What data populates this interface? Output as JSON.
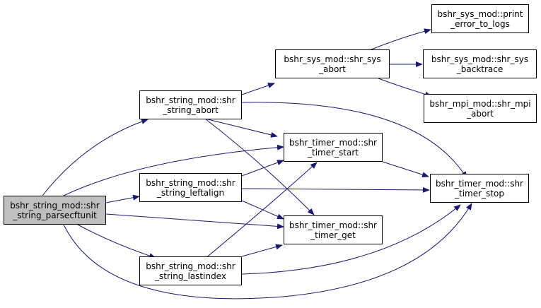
{
  "nodes": {
    "root": {
      "line1": "bshr_string_mod::shr",
      "line2": "_string_parsecftunit"
    },
    "abort": {
      "line1": "bshr_string_mod::shr",
      "line2": "_string_abort"
    },
    "leftalign": {
      "line1": "bshr_string_mod::shr",
      "line2": "_string_leftalign"
    },
    "lastindex": {
      "line1": "bshr_string_mod::shr",
      "line2": "_string_lastindex"
    },
    "sys_abort": {
      "line1": "bshr_sys_mod::shr_sys",
      "line2": "_abort"
    },
    "timer_start": {
      "line1": "bshr_timer_mod::shr",
      "line2": "_timer_start"
    },
    "timer_get": {
      "line1": "bshr_timer_mod::shr",
      "line2": "_timer_get"
    },
    "timer_stop": {
      "line1": "bshr_timer_mod::shr",
      "line2": "_timer_stop"
    },
    "print_error": {
      "line1": "bshr_sys_mod::print",
      "line2": "_error_to_logs"
    },
    "backtrace": {
      "line1": "bshr_sys_mod::shr_sys",
      "line2": "_backtrace"
    },
    "mpi_abort": {
      "line1": "bshr_mpi_mod::shr_mpi",
      "line2": "_abort"
    }
  },
  "colors": {
    "edge": "#191970",
    "node_border": "#000000",
    "root_fill": "#bfbfbf",
    "node_fill": "#ffffff"
  }
}
